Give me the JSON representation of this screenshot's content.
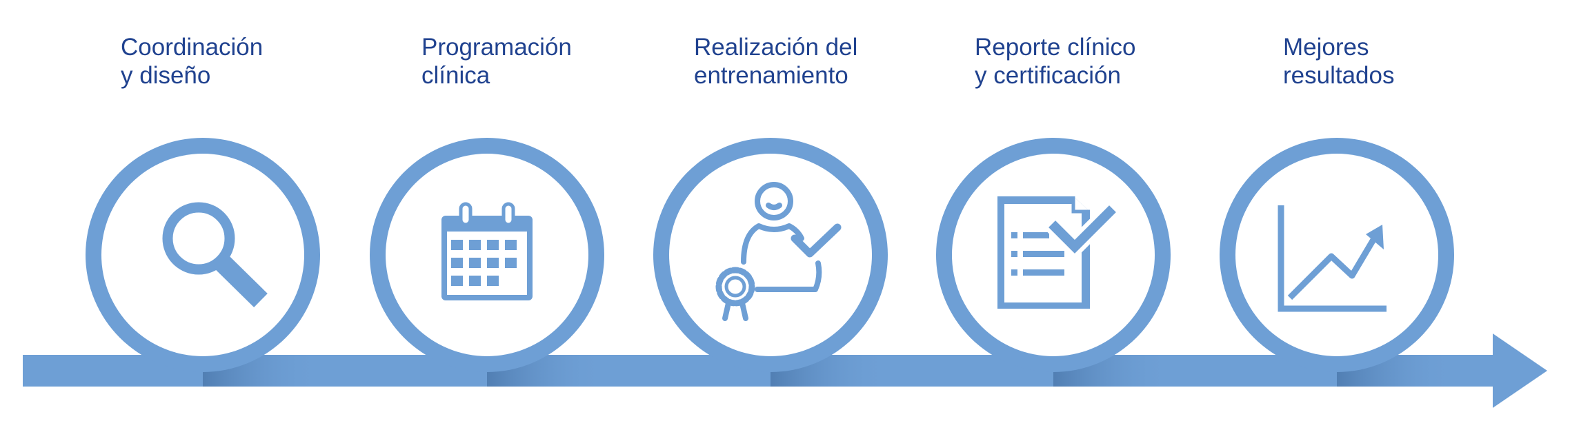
{
  "colors": {
    "primary": "#6e9fd5",
    "primary_dark": "#4c79ad",
    "label_text": "#20428f",
    "background": "#ffffff"
  },
  "steps": [
    {
      "line1": "Coordinación",
      "line2": "y diseño",
      "icon": "search-icon"
    },
    {
      "line1": "Programación",
      "line2": "clínica",
      "icon": "calendar-icon"
    },
    {
      "line1": "Realización del",
      "line2": "entrenamiento",
      "icon": "trainer-certificate-icon"
    },
    {
      "line1": "Reporte clínico",
      "line2": "y certificación",
      "icon": "checked-report-icon"
    },
    {
      "line1": "Mejores",
      "line2": "resultados",
      "icon": "growth-chart-icon"
    }
  ]
}
